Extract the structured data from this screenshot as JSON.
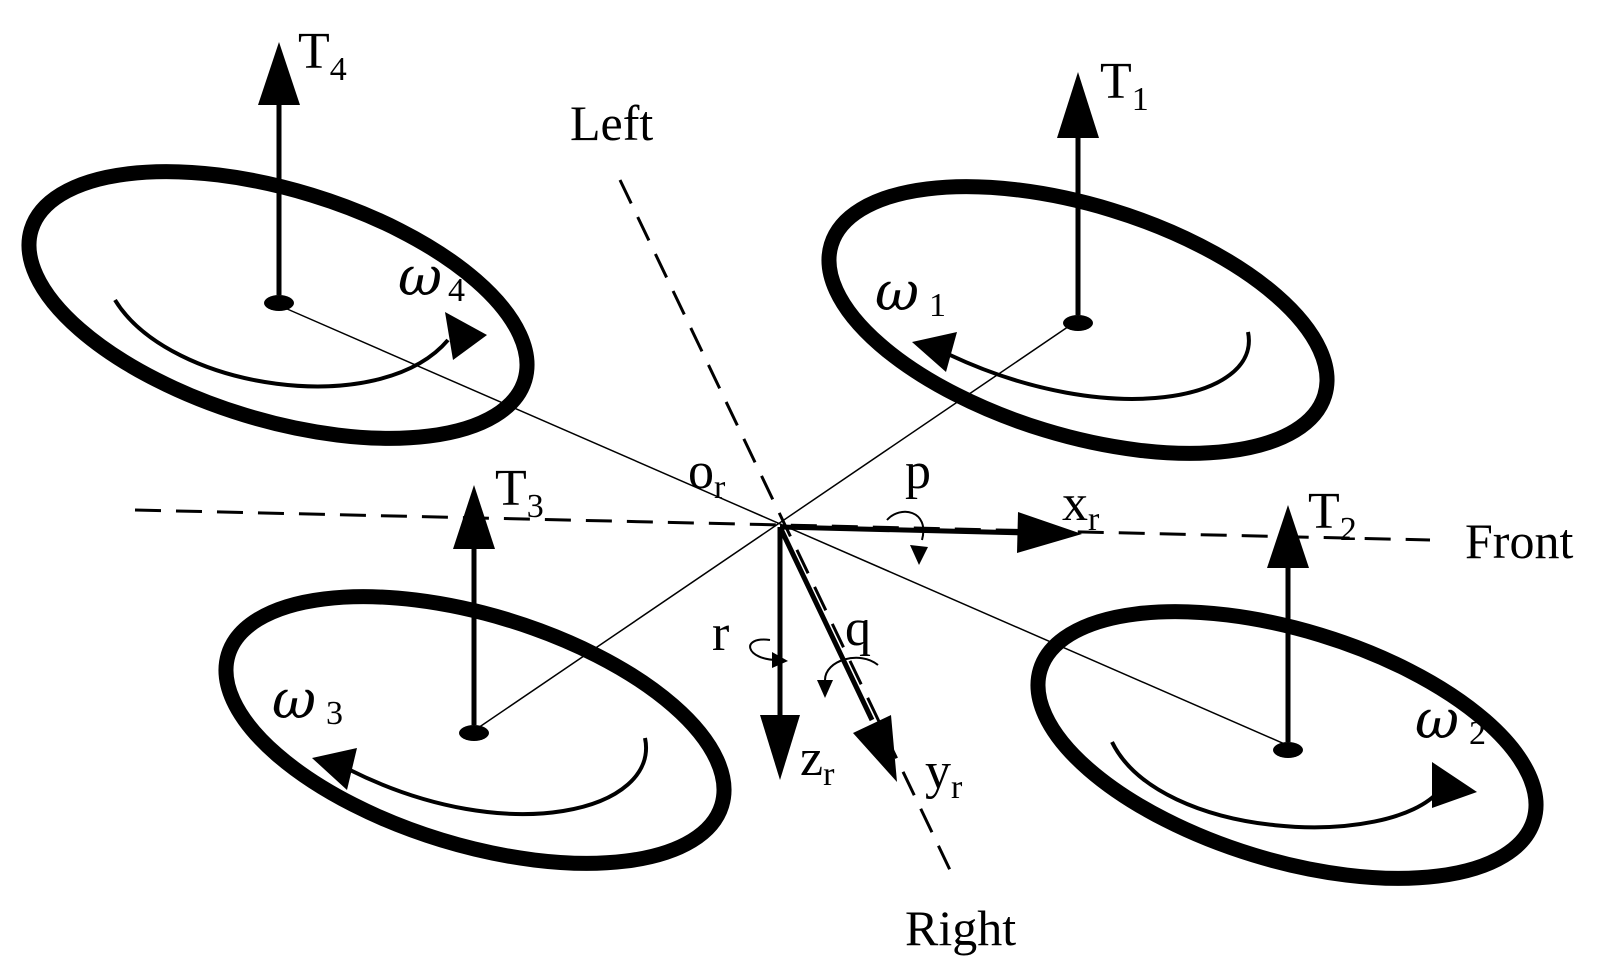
{
  "rotors": [
    {
      "id": "rotor-1",
      "thrust": {
        "base": "T",
        "sub": "1"
      },
      "speed": {
        "base": "ω",
        "sub": "1"
      }
    },
    {
      "id": "rotor-2",
      "thrust": {
        "base": "T",
        "sub": "2"
      },
      "speed": {
        "base": "ω",
        "sub": "2"
      }
    },
    {
      "id": "rotor-3",
      "thrust": {
        "base": "T",
        "sub": "3"
      },
      "speed": {
        "base": "ω",
        "sub": "3"
      }
    },
    {
      "id": "rotor-4",
      "thrust": {
        "base": "T",
        "sub": "4"
      },
      "speed": {
        "base": "ω",
        "sub": "4"
      }
    }
  ],
  "origin": {
    "base": "o",
    "sub": "r"
  },
  "axes": {
    "x": {
      "base": "x",
      "sub": "r"
    },
    "y": {
      "base": "y",
      "sub": "r"
    },
    "z": {
      "base": "z",
      "sub": "r"
    }
  },
  "rates": {
    "p": "p",
    "q": "q",
    "r": "r"
  },
  "directions": {
    "left": "Left",
    "right": "Right",
    "front": "Front"
  }
}
